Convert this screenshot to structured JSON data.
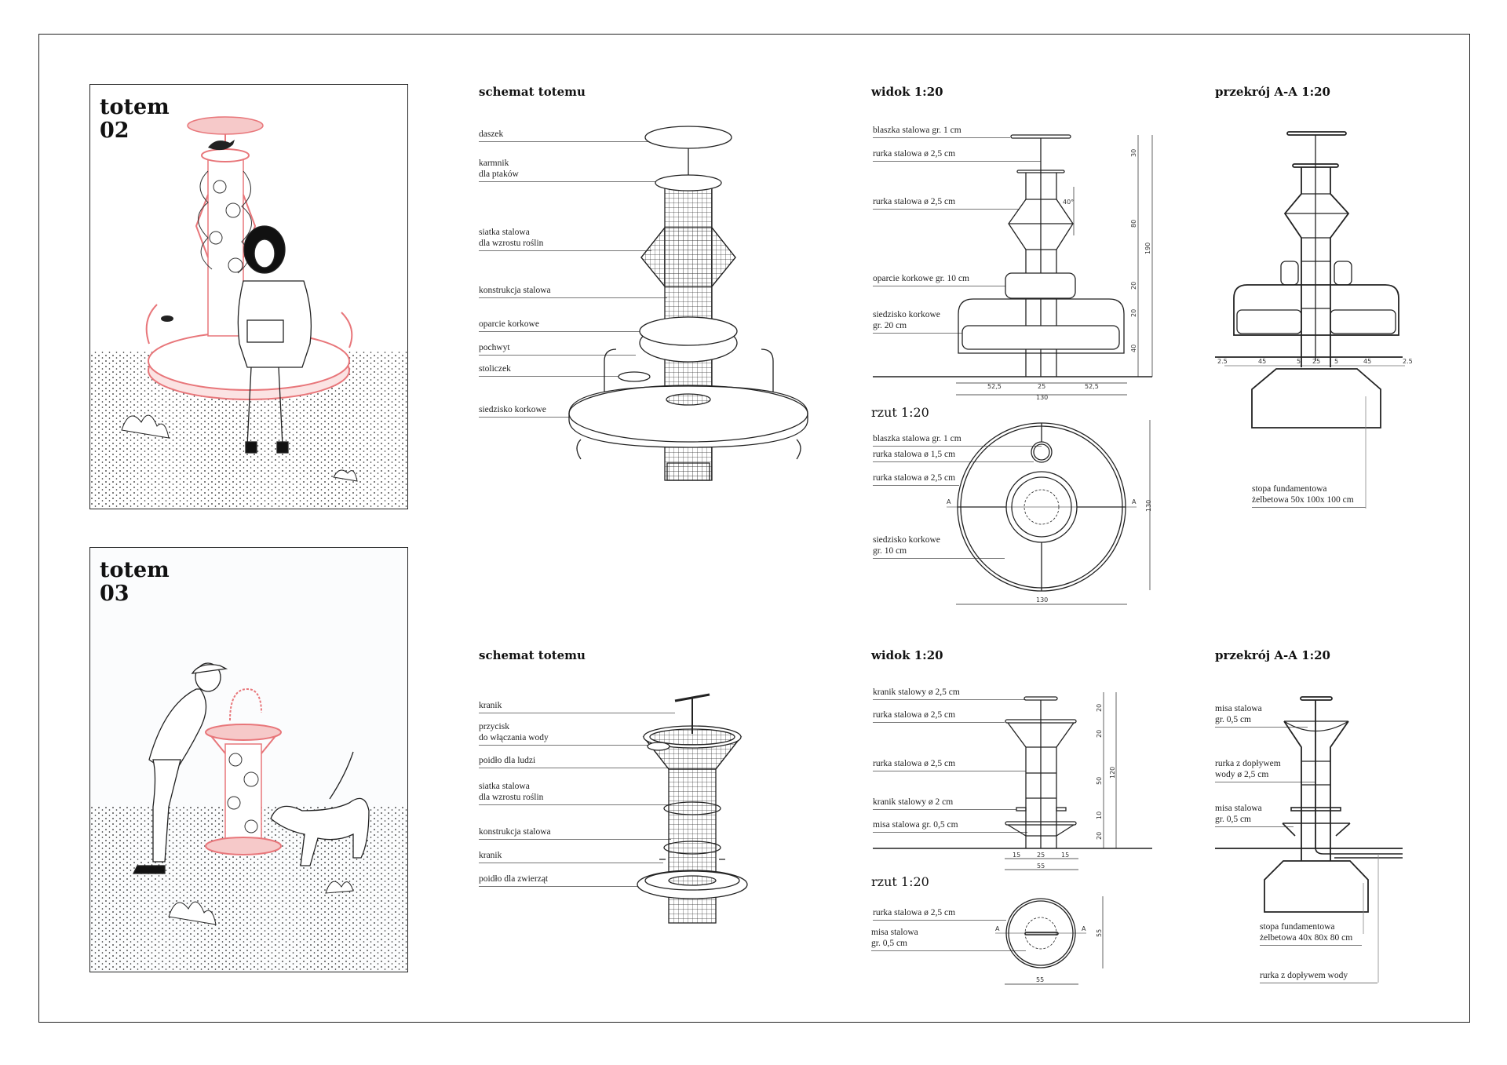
{
  "totem02": {
    "title": "totem\n02"
  },
  "totem03": {
    "title": "totem\n03"
  },
  "row1": {
    "schemat": {
      "heading": "schemat totemu",
      "labels": [
        "daszek",
        "karmnik\ndla ptaków",
        "siatka stalowa\ndla wzrostu roślin",
        "konstrukcja stalowa",
        "oparcie korkowe",
        "pochwyt",
        "stoliczek",
        "siedzisko korkowe"
      ]
    },
    "widok": {
      "heading": "widok 1:20",
      "labels": [
        "blaszka stalowa gr. 1 cm",
        "rurka stalowa ø 2,5 cm",
        "rurka stalowa ø 2,5 cm",
        "oparcie korkowe gr. 10 cm",
        "siedzisko korkowe\ngr. 20 cm"
      ],
      "dims_h": [
        "52,5",
        "25",
        "52,5",
        "130"
      ],
      "dims_v": [
        "30",
        "80",
        "20",
        "20",
        "40",
        "190"
      ],
      "angle": "40°"
    },
    "rzut": {
      "heading": "rzut 1:20",
      "labels": [
        "blaszka stalowa gr. 1 cm",
        "rurka stalowa ø 1,5 cm",
        "rurka stalowa ø 2,5 cm",
        "siedzisko korkowe\ngr. 10 cm"
      ],
      "section_mark": "A",
      "dims": [
        "130",
        "130"
      ]
    },
    "przekroj": {
      "heading": "przekrój A-A 1:20",
      "dims_h": [
        "2.5",
        "45",
        "5",
        "25",
        "5",
        "45",
        "2.5"
      ],
      "labels": [
        "stopa fundamentowa\nżelbetowa 50x 100x 100 cm"
      ]
    }
  },
  "row2": {
    "schemat": {
      "heading": "schemat totemu",
      "labels": [
        "kranik",
        "przycisk\ndo włączania wody",
        "poidło dla ludzi",
        "siatka stalowa\ndla wzrostu roślin",
        "konstrukcja stalowa",
        "kranik",
        "poidło dla zwierząt"
      ]
    },
    "widok": {
      "heading": "widok 1:20",
      "labels": [
        "kranik stalowy ø 2,5 cm",
        "rurka stalowa ø 2,5 cm",
        "rurka stalowa ø 2,5 cm",
        "kranik stalowy ø 2 cm",
        "misa stalowa gr. 0,5 cm"
      ],
      "dims_h": [
        "15",
        "25",
        "15",
        "55"
      ],
      "dims_v": [
        "20",
        "20",
        "50",
        "10",
        "20",
        "120"
      ]
    },
    "rzut": {
      "heading": "rzut 1:20",
      "labels": [
        "rurka stalowa ø 2,5 cm",
        "misa stalowa\ngr. 0,5 cm"
      ],
      "section_mark": "A",
      "dims": [
        "55",
        "55"
      ]
    },
    "przekroj": {
      "heading": "przekrój A-A 1:20",
      "labels": [
        "misa stalowa\ngr. 0,5 cm",
        "rurka z dopływem\nwody ø 2,5 cm",
        "misa stalowa\ngr. 0,5 cm",
        "stopa fundamentowa\nżelbetowa 40x 80x 80 cm",
        "rurka z dopływem wody"
      ]
    }
  },
  "colors": {
    "accent": "#e8767a",
    "accent_fill": "#f6c9c9",
    "ink": "#222222"
  }
}
